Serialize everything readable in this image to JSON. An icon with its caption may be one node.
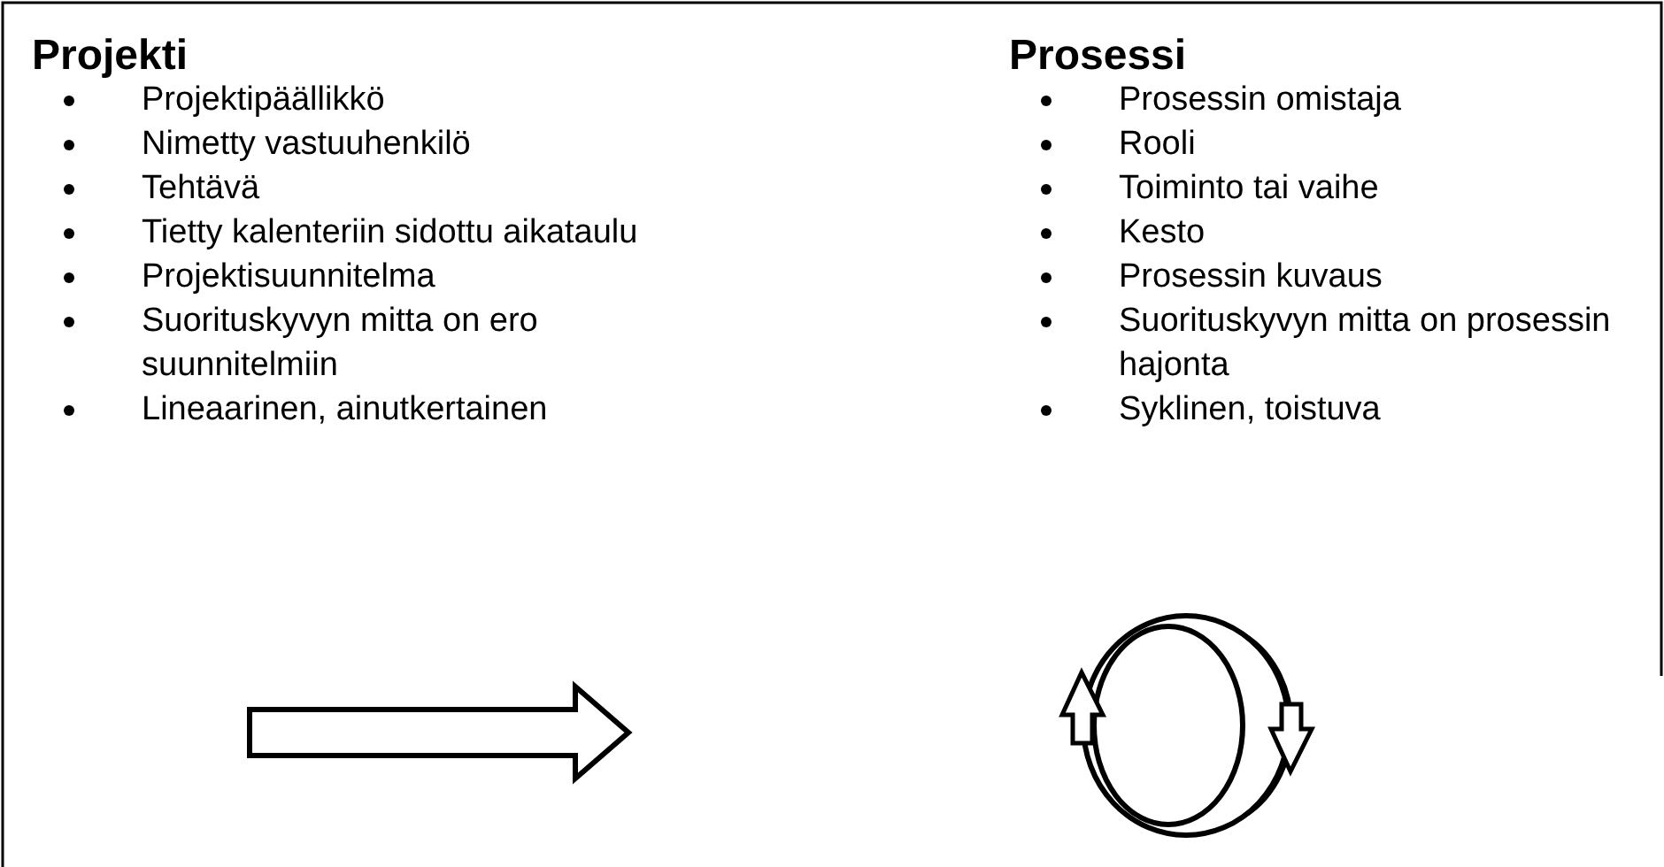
{
  "diagram": {
    "labels": [
      "Projekti",
      "Projektipäällikkö",
      "Nimetty vastuuhenkilö",
      "Tehtävä",
      "Tietty kalenteriin sidottu aikataulu",
      "Projektisuunnitelma",
      "Suorituskyvyn mitta on ero suunnitelmiin",
      "Lineaarinen, ainutkertainen",
      "Prosessi",
      "Prosessin omistaja",
      "Rooli",
      "Toiminto tai vaihe",
      "Kesto",
      "Prosessin kuvaus",
      "Suorituskyvyn mitta on prosessin hajonta",
      "Syklinen, toistuva"
    ]
  }
}
